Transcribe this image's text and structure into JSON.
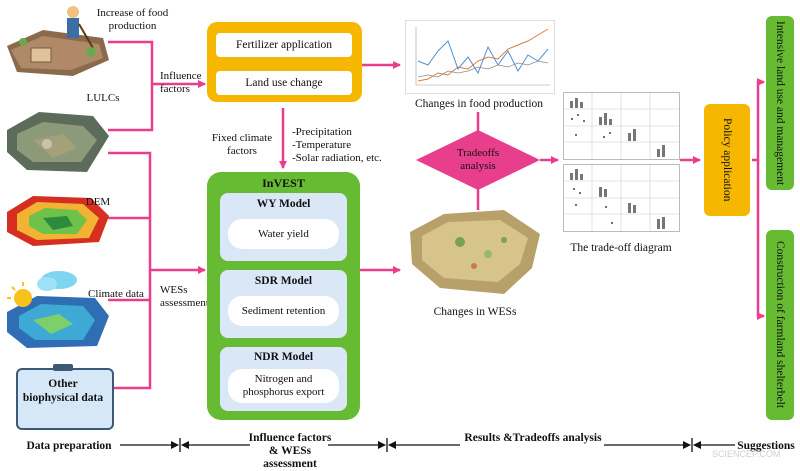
{
  "data_inputs": {
    "food": "Increase of food production",
    "lulc": "LULCs",
    "dem": "DEM",
    "climate": "Climate data",
    "other": "Other biophysical data"
  },
  "influence_label": "Influence factors",
  "wess_label": "WESs assessment",
  "factors": {
    "fertilizer": "Fertilizer application",
    "landuse": "Land use change"
  },
  "fixed_climate": "Fixed climate factors",
  "climate_list": [
    "-Precipitation",
    "-Temperature",
    "-Solar radiation, etc."
  ],
  "invest": {
    "title": "InVEST",
    "models": [
      {
        "name": "WY Model",
        "output": "Water yield"
      },
      {
        "name": "SDR Model",
        "output": "Sediment retention"
      },
      {
        "name": "NDR Model",
        "output": "Nitrogen and phosphorus export"
      }
    ]
  },
  "results": {
    "food_change": "Changes in food production",
    "wes_change": "Changes in WESs",
    "tradeoffs": "Tradeoffs analysis",
    "tradeoff_diagram": "The trade-off diagram"
  },
  "policy": "Policy application",
  "suggestions": {
    "s1": "Intensive land use and management",
    "s2": "Construction of farmland shelterbelt"
  },
  "stages": {
    "data_prep": "Data preparation",
    "influence": "Influence factors & WESs assessment",
    "results": "Results &Tradeoffs analysis",
    "suggestions": "Suggestions"
  },
  "watermark": "SCIENCEP.COM",
  "colors": {
    "arrow": "#e83e8c",
    "yellow": "#f5b700",
    "green": "#66bb33",
    "model": "#d9e7f7"
  }
}
